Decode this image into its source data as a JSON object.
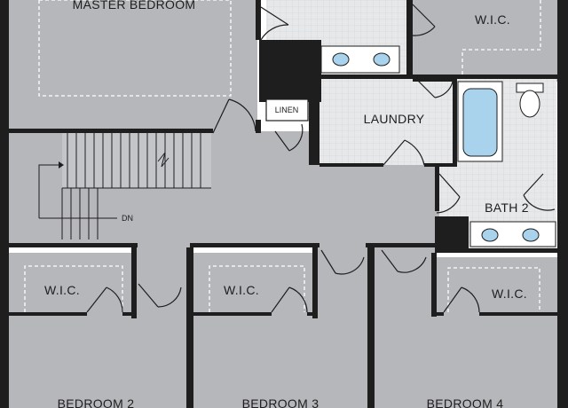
{
  "rooms": {
    "master_bedroom": "MASTER BEDROOM",
    "wic_master": "W.I.C.",
    "linen": "LINEN",
    "laundry": "LAUNDRY",
    "bath2": "BATH 2",
    "wic_bed2": "W.I.C.",
    "wic_bed3": "W.I.C.",
    "wic_bed4": "W.I.C.",
    "bedroom2": "BEDROOM 2",
    "bedroom3": "BEDROOM 3",
    "bedroom4": "BEDROOM 4"
  },
  "stairs": {
    "direction": "DN"
  },
  "colors": {
    "room": "#b5b7ba",
    "wall": "#1e1e1e",
    "fixture": "#a9d3ec",
    "tile": "#e7e8ea"
  }
}
